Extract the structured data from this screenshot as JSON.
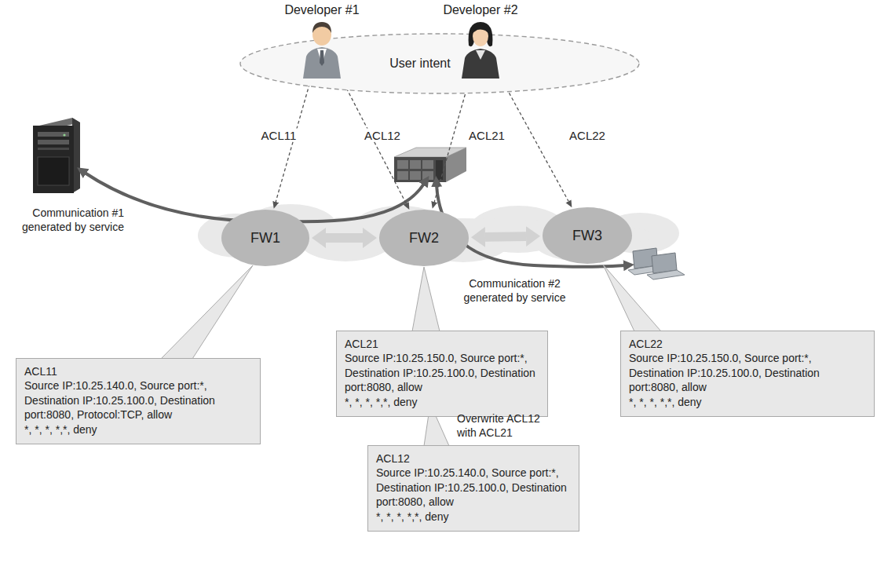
{
  "diagram": {
    "nodes": [
      {
        "text": [
          "User intent"
        ]
      },
      {
        "text": [
          "Developer #1"
        ]
      },
      {
        "text": [
          "Developer #2"
        ]
      },
      {
        "text": [
          "FW1"
        ]
      },
      {
        "text": [
          "FW2"
        ]
      },
      {
        "text": [
          "FW3"
        ]
      },
      {
        "text": [
          "ACL11",
          "Source IP:10.25.140.0, Source port:*, Destination IP:10.25.100.0, Destination port:8080, Protocol:TCP, allow",
          "*, *, *, *,*, deny"
        ]
      },
      {
        "text": [
          "ACL21",
          "Source IP:10.25.150.0, Source port:*, Destination IP:10.25.100.0, Destination port:8080, allow",
          "*, *, *, *,*, deny"
        ]
      },
      {
        "text": [
          "ACL22",
          "Source IP:10.25.150.0, Source port:*, Destination IP:10.25.100.0, Destination port:8080, allow",
          "*, *, *, *,*, deny"
        ]
      },
      {
        "text": [
          "ACL12",
          "Source IP:10.25.140.0, Source port:*, Destination IP:10.25.100.0, Destination port:8080, allow",
          "*, *, *, *,*, deny"
        ]
      }
    ],
    "edges": [
      {
        "from": 1,
        "to": 3,
        "label": "ACL11",
        "arrow": "to"
      },
      {
        "from": 1,
        "to": 4,
        "label": "ACL12",
        "arrow": "to"
      },
      {
        "from": 2,
        "to": 4,
        "label": "ACL21",
        "arrow": "to"
      },
      {
        "from": 2,
        "to": 5,
        "label": "ACL22",
        "arrow": "to"
      },
      {
        "from": 3,
        "to": 4,
        "arrow": "both"
      },
      {
        "from": 4,
        "to": 5,
        "arrow": "both"
      }
    ],
    "labels": [
      "Communication #1 generated by service",
      "Communication #2 generated by service",
      "Overwrite ACL12 with ACL21"
    ]
  }
}
